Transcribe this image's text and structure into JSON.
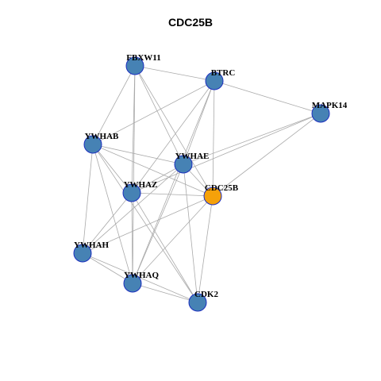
{
  "title": "CDC25B",
  "colors": {
    "focus_fill": "#F5A10A",
    "node_fill": "#4682B4",
    "node_stroke": "#1C2FBF",
    "edge": "#AAAAAA"
  },
  "network": {
    "nodes": [
      {
        "id": "FBXW11",
        "label": "FBXW11",
        "role": "neighbor"
      },
      {
        "id": "BTRC",
        "label": "BTRC",
        "role": "neighbor"
      },
      {
        "id": "MAPK14",
        "label": "MAPK14",
        "role": "neighbor"
      },
      {
        "id": "YWHAB",
        "label": "YWHAB",
        "role": "neighbor"
      },
      {
        "id": "YWHAE",
        "label": "YWHAE",
        "role": "neighbor"
      },
      {
        "id": "YWHAZ",
        "label": "YWHAZ",
        "role": "neighbor"
      },
      {
        "id": "CDC25B",
        "label": "CDC25B",
        "role": "focus"
      },
      {
        "id": "YWHAH",
        "label": "YWHAH",
        "role": "neighbor"
      },
      {
        "id": "YWHAQ",
        "label": "YWHAQ",
        "role": "neighbor"
      },
      {
        "id": "CDK2",
        "label": "CDK2",
        "role": "neighbor"
      }
    ],
    "edges": [
      [
        "FBXW11",
        "BTRC"
      ],
      [
        "FBXW11",
        "YWHAB"
      ],
      [
        "FBXW11",
        "YWHAZ"
      ],
      [
        "FBXW11",
        "YWHAE"
      ],
      [
        "FBXW11",
        "CDC25B"
      ],
      [
        "FBXW11",
        "YWHAQ"
      ],
      [
        "BTRC",
        "MAPK14"
      ],
      [
        "BTRC",
        "YWHAB"
      ],
      [
        "BTRC",
        "YWHAE"
      ],
      [
        "BTRC",
        "YWHAZ"
      ],
      [
        "BTRC",
        "CDC25B"
      ],
      [
        "BTRC",
        "YWHAQ"
      ],
      [
        "MAPK14",
        "YWHAE"
      ],
      [
        "MAPK14",
        "CDC25B"
      ],
      [
        "MAPK14",
        "YWHAZ"
      ],
      [
        "YWHAB",
        "YWHAE"
      ],
      [
        "YWHAB",
        "YWHAZ"
      ],
      [
        "YWHAB",
        "CDC25B"
      ],
      [
        "YWHAB",
        "YWHAH"
      ],
      [
        "YWHAB",
        "YWHAQ"
      ],
      [
        "YWHAB",
        "CDK2"
      ],
      [
        "YWHAE",
        "YWHAZ"
      ],
      [
        "YWHAE",
        "CDC25B"
      ],
      [
        "YWHAE",
        "YWHAH"
      ],
      [
        "YWHAE",
        "YWHAQ"
      ],
      [
        "YWHAE",
        "CDK2"
      ],
      [
        "YWHAZ",
        "CDC25B"
      ],
      [
        "YWHAZ",
        "YWHAH"
      ],
      [
        "YWHAZ",
        "YWHAQ"
      ],
      [
        "YWHAZ",
        "CDK2"
      ],
      [
        "CDC25B",
        "YWHAH"
      ],
      [
        "CDC25B",
        "YWHAQ"
      ],
      [
        "CDC25B",
        "CDK2"
      ],
      [
        "YWHAH",
        "YWHAQ"
      ],
      [
        "YWHAH",
        "CDK2"
      ],
      [
        "YWHAQ",
        "CDK2"
      ]
    ]
  }
}
